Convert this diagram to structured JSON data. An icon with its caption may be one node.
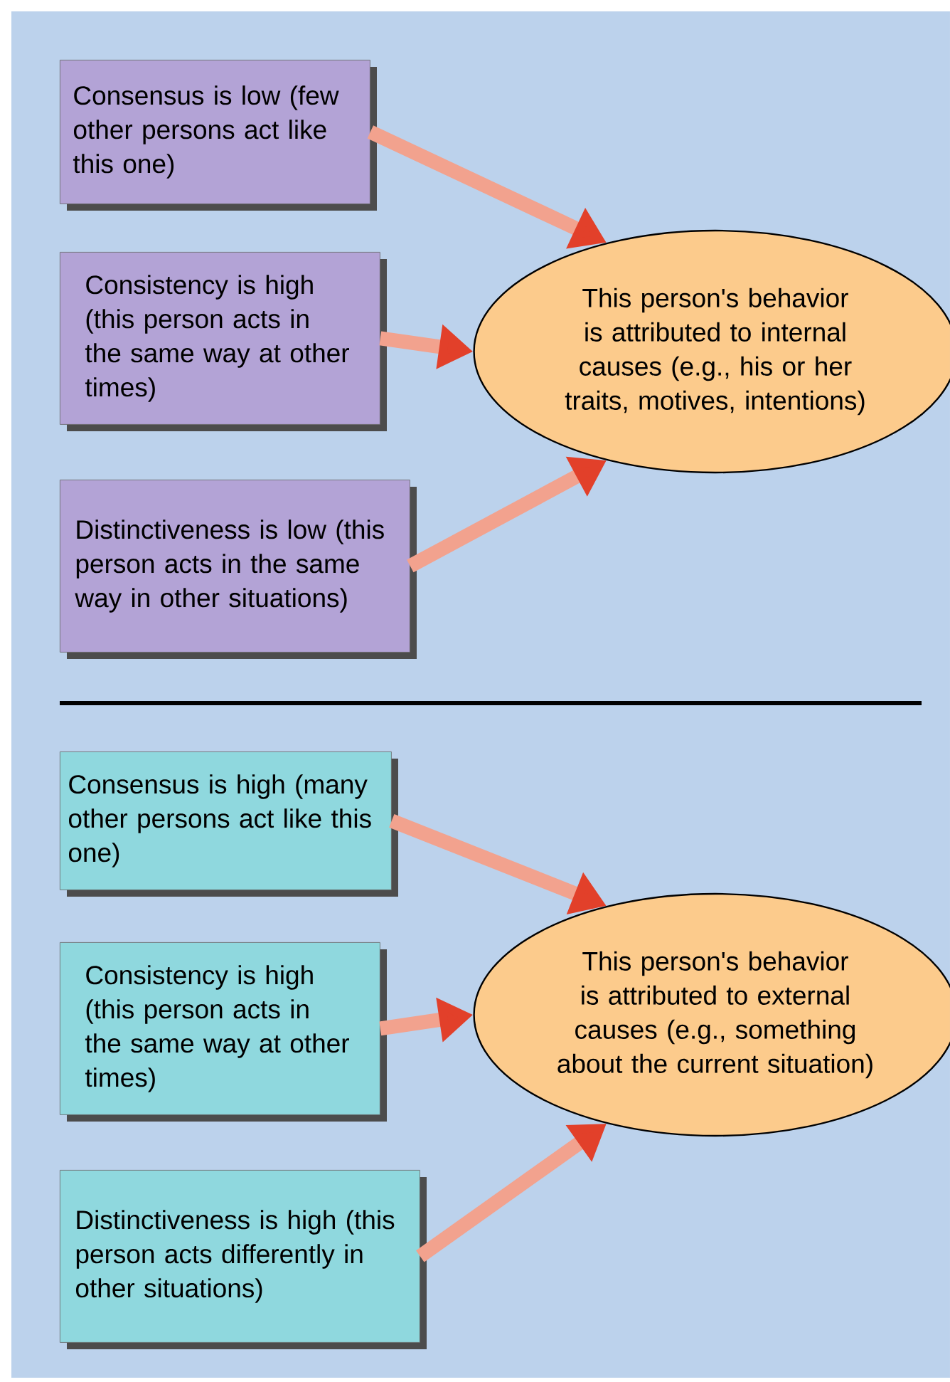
{
  "diagram": {
    "nodes": [
      {
        "text": [
          "Consensus is low (few other persons act like this one)"
        ]
      },
      {
        "text": [
          "Consistency is high (this person acts in the same way at other times)"
        ]
      },
      {
        "text": [
          "Distinctiveness is low (this person acts in the same way in other situations)"
        ]
      },
      {
        "text": [
          "This person's behavior is attributed to internal causes (e.g., his or her traits, motives, intentions)"
        ]
      },
      {
        "text": [
          "Consensus is high (many other persons act like this one)"
        ]
      },
      {
        "text": [
          "Consistency is high (this person acts in the same way at other times)"
        ]
      },
      {
        "text": [
          "Distinctiveness is high (this person acts differently in other situations)"
        ]
      },
      {
        "text": [
          "This person's behavior is attributed to external causes (e.g., something about the current situation)"
        ]
      }
    ],
    "edges": [
      {
        "from": 0,
        "to": 3,
        "arrow": "to"
      },
      {
        "from": 1,
        "to": 3,
        "arrow": "to"
      },
      {
        "from": 2,
        "to": 3,
        "arrow": "to"
      },
      {
        "from": 4,
        "to": 7,
        "arrow": "to"
      },
      {
        "from": 5,
        "to": 7,
        "arrow": "to"
      },
      {
        "from": 6,
        "to": 7,
        "arrow": "to"
      }
    ]
  }
}
